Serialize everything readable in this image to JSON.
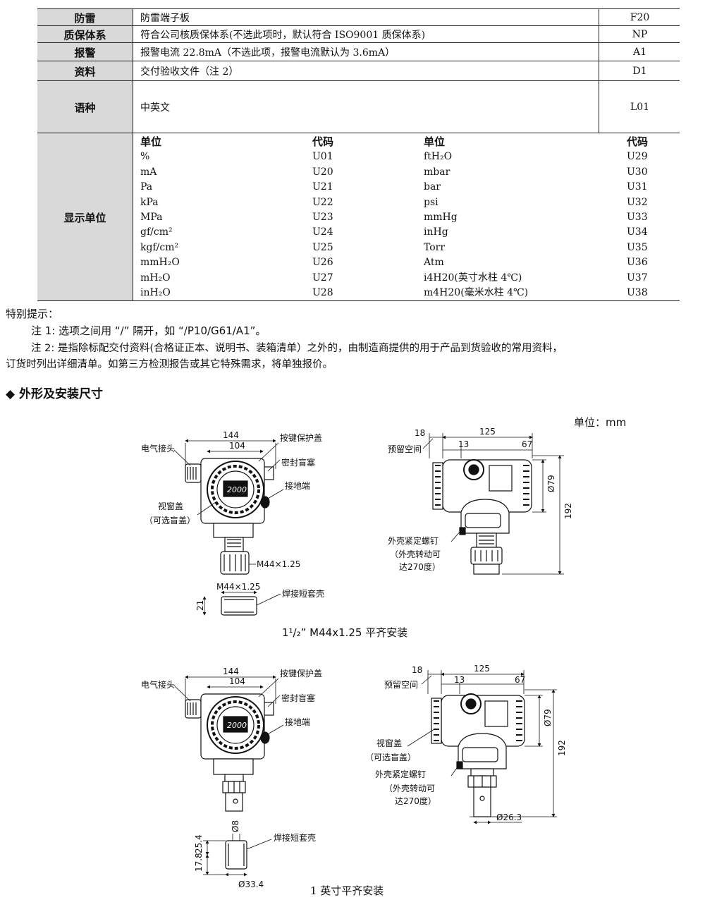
{
  "spec_rows": [
    {
      "label": "防雷",
      "desc": "防雷端子板",
      "code": "F20"
    },
    {
      "label": "质保体系",
      "desc": "符合公司核质保体系(不选此项时，默认符合 ISO9001 质保体系)",
      "code": "NP"
    },
    {
      "label": "报警",
      "desc": "报警电流 22.8mA（不选此项，报警电流默认为 3.6mA）",
      "code": "A1"
    },
    {
      "label": "资料",
      "desc": "交付验收文件（注 2）",
      "code": "D1"
    },
    {
      "label": "语种",
      "desc": "中英文",
      "code": "L01"
    }
  ],
  "units": {
    "label": "显示单位",
    "header_unit": "单位",
    "header_code": "代码",
    "left": [
      {
        "unit": "%",
        "code": "U01"
      },
      {
        "unit": "mA",
        "code": "U20"
      },
      {
        "unit": "Pa",
        "code": "U21"
      },
      {
        "unit": "kPa",
        "code": "U22"
      },
      {
        "unit": "MPa",
        "code": "U23"
      },
      {
        "unit": "gf/cm²",
        "code": "U24"
      },
      {
        "unit": "kgf/cm²",
        "code": "U25"
      },
      {
        "unit": "mmH₂O",
        "code": "U26"
      },
      {
        "unit": "mH₂O",
        "code": "U27"
      },
      {
        "unit": "inH₂O",
        "code": "U28"
      }
    ],
    "right": [
      {
        "unit": "ftH₂O",
        "code": "U29"
      },
      {
        "unit": "mbar",
        "code": "U30"
      },
      {
        "unit": "bar",
        "code": "U31"
      },
      {
        "unit": "psi",
        "code": "U32"
      },
      {
        "unit": "mmHg",
        "code": "U33"
      },
      {
        "unit": "inHg",
        "code": "U34"
      },
      {
        "unit": "Torr",
        "code": "U35"
      },
      {
        "unit": "Atm",
        "code": "U36"
      },
      {
        "unit": "i4H20(英寸水柱 4℃)",
        "code": "U37"
      },
      {
        "unit": "m4H20(毫米水柱 4℃)",
        "code": "U38"
      }
    ]
  },
  "notes": {
    "title": "特别提示：",
    "note1": "注 1: 选项之间用 “/” 隔开，如 “/P10/G61/A1”。",
    "note2_line1": "注 2: 是指除标配交付资料(合格证正本、说明书、装箱清单）之外的，由制造商提供的用于产品到货验收的常用资料，",
    "note2_line2": "订货时列出详细清单。如第三方检测报告或其它特殊需求，将单独报价。"
  },
  "section": {
    "title": "◆ 外形及安装尺寸",
    "unit": "单位：mm"
  },
  "drawing_labels": {
    "elec_connector": "电气接头",
    "key_cover": "按键保护盖",
    "seal_plug": "密封盲塞",
    "ground": "接地端",
    "window_cover": "视窗盖",
    "window_cover_opt": "（可选盲盖）",
    "reserved_space": "预留空间",
    "housing_screw": "外壳紧定螺钉",
    "housing_rotate1": "（外壳转动可",
    "housing_rotate2": "达270度）",
    "weld_sleeve": "焊接短套壳",
    "display_text": "2000",
    "dim_144": "144",
    "dim_104": "104",
    "dim_18": "18",
    "dim_125": "125",
    "dim_13": "13",
    "dim_67": "67",
    "dim_79": "Ø79",
    "dim_192": "192",
    "dim_thread": "M44×1.25",
    "dim_21": "21",
    "dim_26_3": "Ø26.3",
    "dim_8": "Ø8",
    "dim_25_4": "25.4",
    "dim_17_8": "17.8",
    "dim_33_4": "Ø33.4"
  },
  "captions": {
    "top": "1¹/₂” M44x1.25 平齐安装",
    "bottom": "1 英寸平齐安装"
  }
}
